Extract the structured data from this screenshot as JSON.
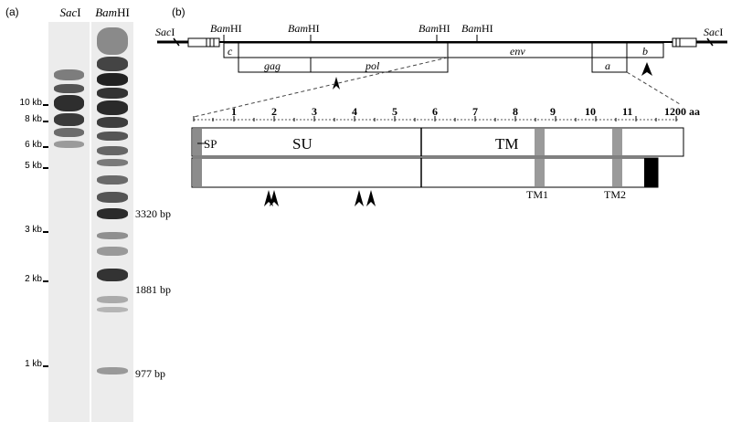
{
  "panels": {
    "a": {
      "label": "(a)",
      "lanes": [
        {
          "enzyme": "Sac",
          "suffix": "I"
        },
        {
          "enzyme": "Bam",
          "suffix": "HI"
        }
      ],
      "size_markers": [
        "10 kb",
        "8 kb",
        "6 kb",
        "5 kb",
        "3 kb",
        "2 kb",
        "1 kb"
      ],
      "fragment_labels": [
        "3320 bp",
        "1881 bp",
        "977 bp"
      ]
    },
    "b": {
      "label": "(b)",
      "restriction_sites": [
        {
          "enzyme": "Sac",
          "suffix": "I",
          "id": "saci-left"
        },
        {
          "enzyme": "Bam",
          "suffix": "HI",
          "id": "bamhi-1"
        },
        {
          "enzyme": "Bam",
          "suffix": "HI",
          "id": "bamhi-2"
        },
        {
          "enzyme": "Bam",
          "suffix": "HI",
          "id": "bamhi-3"
        },
        {
          "enzyme": "Bam",
          "suffix": "HI",
          "id": "bamhi-4"
        },
        {
          "enzyme": "Sac",
          "suffix": "I",
          "id": "saci-right"
        }
      ],
      "genes": [
        "c",
        "gag",
        "pol",
        "env",
        "a",
        "b"
      ],
      "scale": {
        "ticks": [
          "1",
          "2",
          "3",
          "4",
          "5",
          "6",
          "7",
          "8",
          "9",
          "10",
          "11",
          "1200 aa"
        ]
      },
      "domains": [
        "SP",
        "SU",
        "TM",
        "TM1",
        "TM2"
      ]
    }
  }
}
